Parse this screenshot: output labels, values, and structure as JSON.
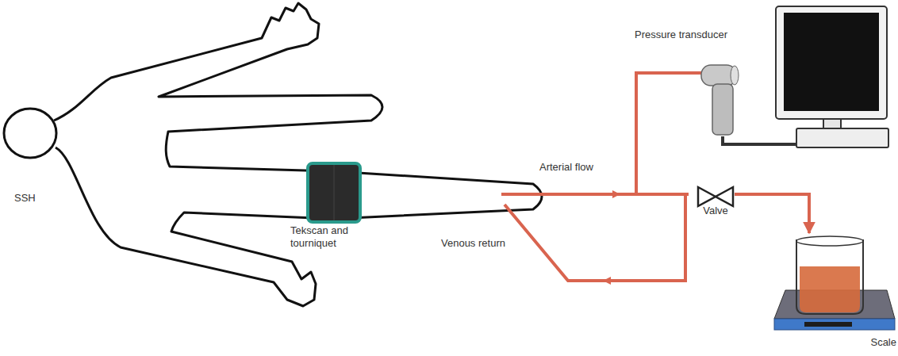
{
  "diagram": {
    "nodes": [
      {
        "text": [
          "Pressure transducer"
        ]
      },
      {
        "text": [
          "Valve"
        ]
      },
      {
        "text": [
          "Scale"
        ]
      }
    ],
    "edges": [
      {
        "from": 1,
        "to": 2,
        "arrow": "to"
      }
    ],
    "labels": [
      "SSH",
      "Tekscan and tourniquet",
      "Arterial flow",
      "Venous return"
    ]
  }
}
